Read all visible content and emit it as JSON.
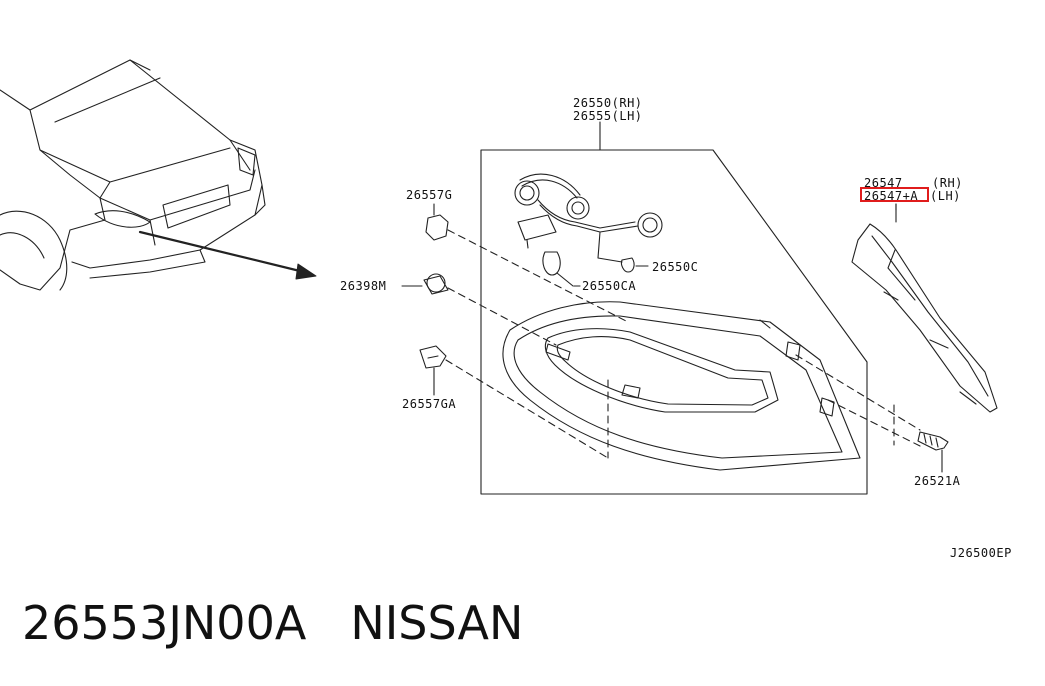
{
  "labels": {
    "harness_rh": "26550(RH)",
    "harness_lh": "26555(LH)",
    "grommet_top": "26557G",
    "clip": "26398M",
    "grommet_bottom": "26557GA",
    "socket_bulb": "26550CA",
    "bulb": "26550C",
    "finisher_rh": "26547",
    "finisher_rh_side": "(RH)",
    "finisher_lh": "26547+A",
    "finisher_lh_side": "(LH)",
    "screw": "26521A",
    "diagram_code": "J26500EP"
  },
  "highlight_color": "#e01c1c",
  "footer": {
    "part_number": "26553JN00A",
    "brand": "NISSAN"
  }
}
